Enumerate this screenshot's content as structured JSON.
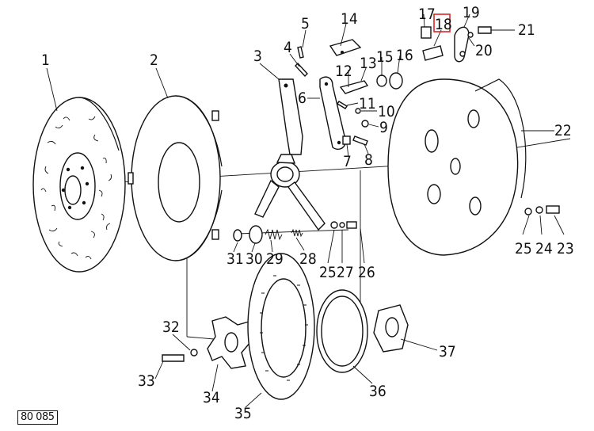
{
  "diagram": {
    "document_code": "80 085",
    "highlighted_part": "18",
    "highlight_color": "#d62728",
    "part_numbers": [
      "1",
      "2",
      "3",
      "4",
      "5",
      "6",
      "7",
      "8",
      "9",
      "10",
      "11",
      "12",
      "13",
      "14",
      "15",
      "16",
      "17",
      "18",
      "19",
      "20",
      "21",
      "22",
      "23",
      "24",
      "25",
      "26",
      "27",
      "28",
      "29",
      "30",
      "31",
      "32",
      "33",
      "34",
      "35",
      "36",
      "37"
    ]
  }
}
